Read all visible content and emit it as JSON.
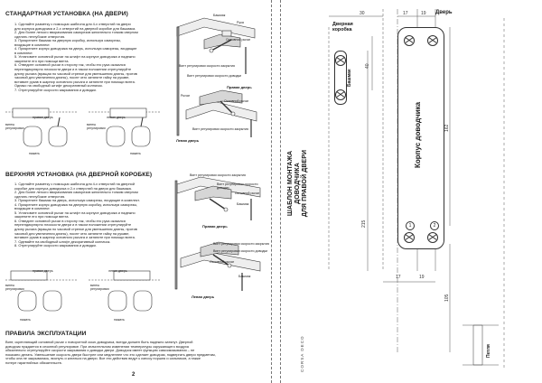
{
  "left": {
    "standard": {
      "title": "СТАНДАРТНАЯ УСТАНОВКА (НА ДВЕРИ)",
      "steps": "1. Сделайте разметку с помощью шаблона для 4-х отверстий на двери\n для корпуса доводчика и 2-х отверстий на дверной коробке для башмака.\n2. Для более легкого вворачивания саморезов желательно тонким сверлом\n сделать неглубокие отверстия.\n3. Прикрепите башмак на дверную коробку, используя саморезы,\n входящие в комплект.\n4. Прикрепите корпус доводчика на дверь, используя саморезы, входящие\n в комплект.\n5. Установите основной рычаг на штифт на корпусе доводчика и надежно\n закрепите его при помощи винта.\n6. Отведите основной рычаг в сторону так, чтобы его рука оказался\n перпендикулярно плоскости двери и в таком положении отрегулируйте\n длину рычага (вращая по часовой стрелке для уменьшения длины, против\n часовой для увеличения длины), после чего затяните гайку на рукаве,\n вставьте рукав в шарнир основного рычага и затяните при помощи винта.\n Однако на свободный штифт декоративный колпачок.\n7. Отрегулируйте скорости закрывания и доводки.",
      "labels": {
        "bashmak": "Башмак",
        "ruka": "Рука",
        "main_lever": "Основной рычаг",
        "screw_adj": "Винт регулировки скорости закрытия",
        "screw_dov": "Винт регулировки скорости доводки",
        "right_door": "Правая дверь",
        "left_door": "Левая дверь",
        "lever": "Рычаг",
        "osn_lever": "Основной рычаг",
        "screw_adj2": "Винт регулировки скорости закрытия"
      },
      "mini": {
        "right_door": "правая дверь",
        "left_door": "левая дверь",
        "screws": "винты\nрегулировки",
        "press": "нажать"
      }
    },
    "top": {
      "title": "ВЕРХНЯЯ УСТАНОВКА (НА ДВЕРНОЙ КОРОБКЕ)",
      "steps": "1. Сделайте разметку с помощью шаблона для 4-х отверстий на дверной\n коробке для корпуса доводчика и 2-х отверстий на двери для башмака.\n2. Для более легкого вворачивания саморезов желательно тонким сверлом\n сделать неглубокие отверстия.\n3. Прикрепите башмак на дверь, используя саморезы, входящие в комплект.\n4. Прикрепите корпус доводчика на дверную коробку, используя саморезы,\n входящие в комплект.\n5. Установите основной рычаг на штифт на корпусе доводчика и надежно\n закрепите его при помощи винта.\n6. Отведите основной рычаг в сторону так, чтобы его рука оказался\n перпендикулярно плоскости двери и в таком положении отрегулируйте\n длину рычага (вращая по часовой стрелке для уменьшения длины, против\n часовой для увеличения длины), после чего затяните гайку на рукаве,\n вставьте рукав в шарнир основного рычага и затяните при помощи винта.\n7. Одевайте на свободный штифт декоративный колпачок.\n8. Отрегулируйте скорости закрывания и доводки.",
      "labels": {
        "screw_adj": "Винт регулировки скорости закрытия",
        "screw_dov": "Винт регулировки скорости доводки",
        "main_lever": "Основной рычаг",
        "bashmak": "Башмак",
        "right_door": "Правая дверь",
        "left_door": "Левая дверь"
      }
    },
    "rules": {
      "title": "ПРАВИЛА ЭКСПЛУАТАЦИИ",
      "text": "Винт, скрепляющий основной рычаг с поворотной осью доводчика, всегда должен быть надежно затянут. Дверной\nдоводчик нуждается в сезонной регулировке. При значительном изменении температуры окружающего воздуха\nобязательно отрегулируйте скорости закрывания и доводки двери. Доводчик имеет функцию самосмазывания – не\nпоказано делать. Уменьшение скорость двери быстрее или медленнее что это сделает доводчик, подвергать двери предметам,\nчтобы она не закрывалась, виснуть и кататься на двери. Все эти действия ведут к износу поршня и сальников, а также\nпотере гарантийных обязательств."
    },
    "page_number": "2"
  },
  "right": {
    "vertical_title": "ШАБЛОН МОНТАЖА ДОВОДЧИКА\nДЛЯ ПРАВОЙ ДВЕРИ",
    "frame_label": "Дверная\nкоробка",
    "door_label": "Дверь",
    "bashmak_label": "Башмак",
    "body_label": "Корпус доводчика",
    "hinge_label": "Петля",
    "brand": "CORSA DECO",
    "dims": {
      "d30": "30",
      "d17": "17",
      "d19": "19",
      "d40": "40",
      "d215": "215",
      "d162": "162",
      "d105": "105",
      "d17b": "17",
      "d19b": "19"
    },
    "markers": [
      "1",
      "2"
    ]
  }
}
